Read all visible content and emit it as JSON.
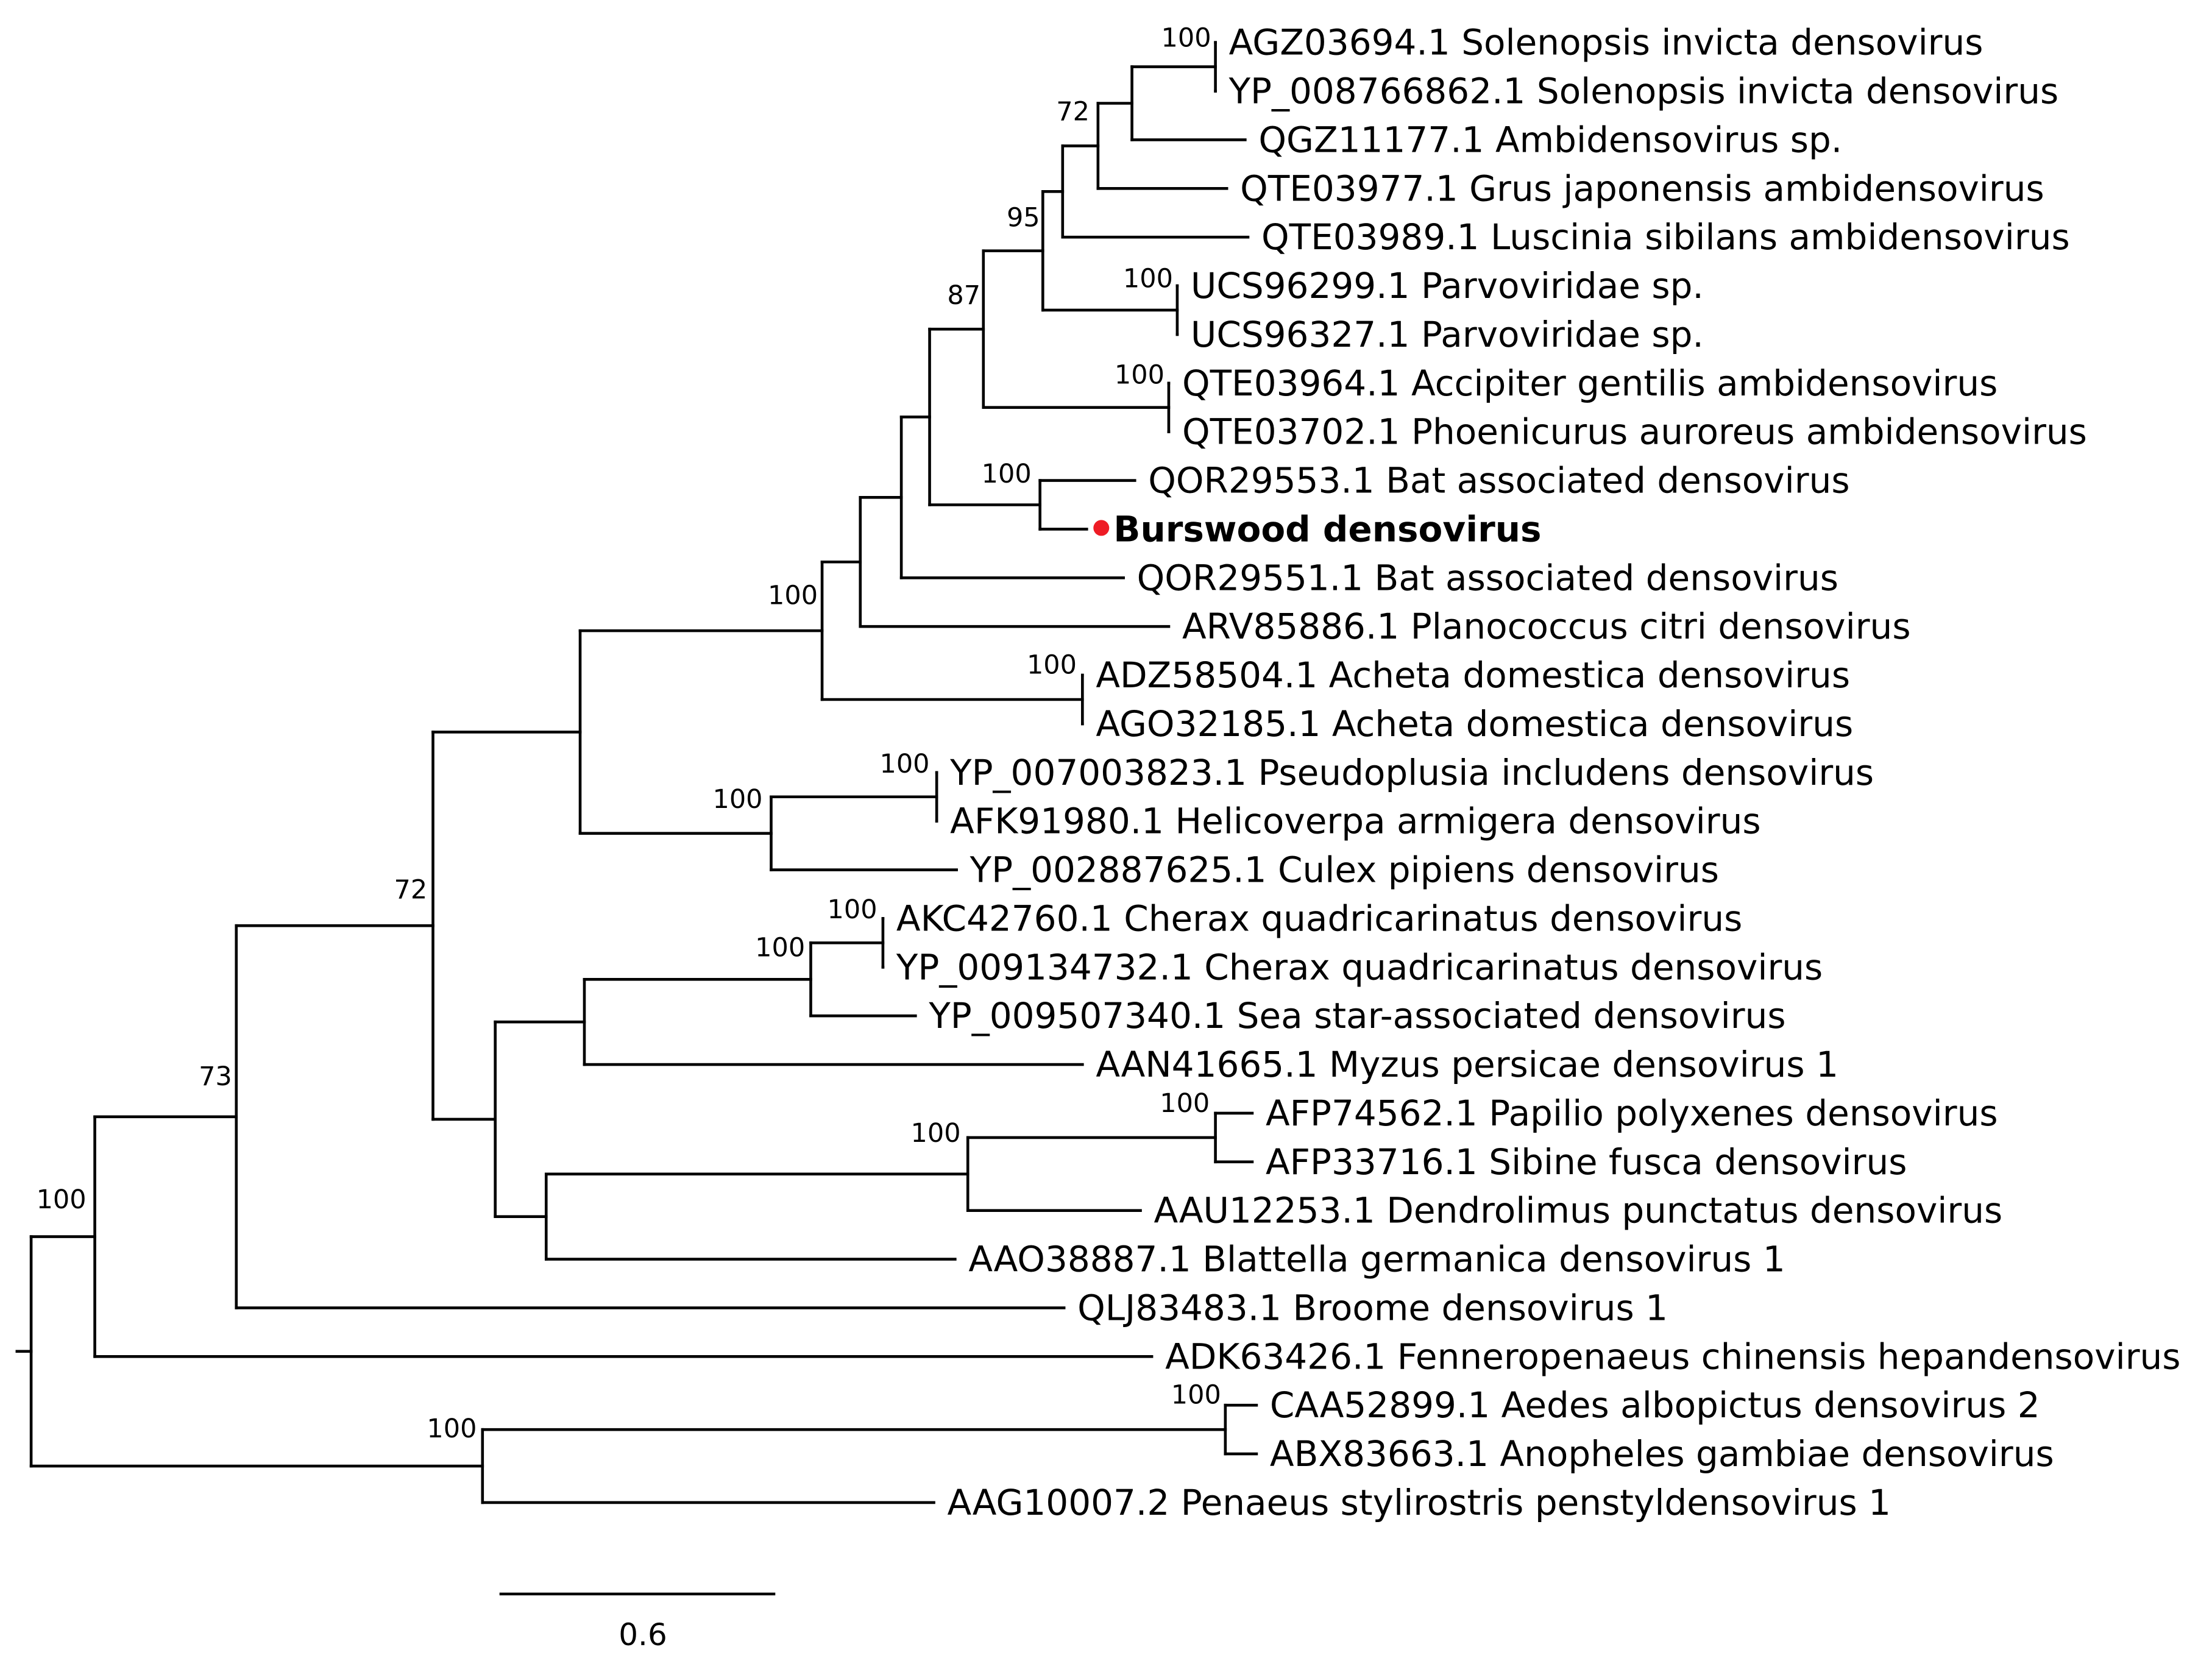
{
  "figure": {
    "highlight_color": "#ee1c25",
    "line_color": "#000000",
    "text_color": "#000000",
    "highlight_marker_icon": "filled-circle-marker"
  },
  "tips": [
    {
      "id": "t1",
      "label": "AGZ03694.1 Solenopsis invicta densovirus",
      "highlight": false
    },
    {
      "id": "t2",
      "label": "YP_008766862.1 Solenopsis invicta densovirus",
      "highlight": false
    },
    {
      "id": "t3",
      "label": "QGZ11177.1 Ambidensovirus sp.",
      "highlight": false
    },
    {
      "id": "t4",
      "label": "QTE03977.1 Grus japonensis ambidensovirus",
      "highlight": false
    },
    {
      "id": "t5",
      "label": "QTE03989.1 Luscinia sibilans ambidensovirus",
      "highlight": false
    },
    {
      "id": "t6",
      "label": "UCS96299.1 Parvoviridae sp.",
      "highlight": false
    },
    {
      "id": "t7",
      "label": "UCS96327.1 Parvoviridae sp.",
      "highlight": false
    },
    {
      "id": "t8",
      "label": "QTE03964.1 Accipiter gentilis ambidensovirus",
      "highlight": false
    },
    {
      "id": "t9",
      "label": "QTE03702.1 Phoenicurus auroreus ambidensovirus",
      "highlight": false
    },
    {
      "id": "t10",
      "label": "QOR29553.1 Bat associated densovirus",
      "highlight": false
    },
    {
      "id": "t11",
      "label": "Burswood densovirus",
      "highlight": true
    },
    {
      "id": "t12",
      "label": "QOR29551.1 Bat associated densovirus",
      "highlight": false
    },
    {
      "id": "t13",
      "label": "ARV85886.1 Planococcus citri densovirus",
      "highlight": false
    },
    {
      "id": "t14",
      "label": "ADZ58504.1 Acheta domestica densovirus",
      "highlight": false
    },
    {
      "id": "t15",
      "label": "AGO32185.1 Acheta domestica densovirus",
      "highlight": false
    },
    {
      "id": "t16",
      "label": "YP_007003823.1 Pseudoplusia includens densovirus",
      "highlight": false
    },
    {
      "id": "t17",
      "label": "AFK91980.1 Helicoverpa armigera densovirus",
      "highlight": false
    },
    {
      "id": "t18",
      "label": "YP_002887625.1 Culex pipiens densovirus",
      "highlight": false
    },
    {
      "id": "t19",
      "label": "AKC42760.1 Cherax quadricarinatus densovirus",
      "highlight": false
    },
    {
      "id": "t20",
      "label": "YP_009134732.1 Cherax quadricarinatus densovirus",
      "highlight": false
    },
    {
      "id": "t21",
      "label": "YP_009507340.1 Sea star-associated densovirus",
      "highlight": false
    },
    {
      "id": "t22",
      "label": "AAN41665.1 Myzus persicae densovirus 1",
      "highlight": false
    },
    {
      "id": "t23",
      "label": "AFP74562.1 Papilio polyxenes densovirus",
      "highlight": false
    },
    {
      "id": "t24",
      "label": "AFP33716.1 Sibine fusca densovirus",
      "highlight": false
    },
    {
      "id": "t25",
      "label": "AAU12253.1 Dendrolimus punctatus densovirus",
      "highlight": false
    },
    {
      "id": "t26",
      "label": "AAO38887.1 Blattella germanica densovirus 1",
      "highlight": false
    },
    {
      "id": "t27",
      "label": "QLJ83483.1 Broome densovirus 1",
      "highlight": false
    },
    {
      "id": "t28",
      "label": "ADK63426.1 Fenneropenaeus chinensis hepandensovirus",
      "highlight": false
    },
    {
      "id": "t29",
      "label": "CAA52899.1 Aedes albopictus densovirus 2",
      "highlight": false
    },
    {
      "id": "t30",
      "label": "ABX83663.1 Anopheles gambiae densovirus",
      "highlight": false
    },
    {
      "id": "t31",
      "label": "AAG10007.2 Penaeus stylirostris penstyldensovirus 1",
      "highlight": false
    }
  ],
  "support_values": [
    {
      "node": "n_sol",
      "value": "100"
    },
    {
      "node": "n_amb",
      "value": "72"
    },
    {
      "node": "n_lus",
      "value": "95"
    },
    {
      "node": "n_par",
      "value": "100"
    },
    {
      "node": "n_87",
      "value": "87"
    },
    {
      "node": "n_acc",
      "value": "100"
    },
    {
      "node": "n_bat",
      "value": "100"
    },
    {
      "node": "n_ach",
      "value": "100"
    },
    {
      "node": "n_main",
      "value": "100"
    },
    {
      "node": "n_pse",
      "value": "100"
    },
    {
      "node": "n_lep",
      "value": "100"
    },
    {
      "node": "n_che",
      "value": "100"
    },
    {
      "node": "n_cra",
      "value": "100"
    },
    {
      "node": "n_pap",
      "value": "100"
    },
    {
      "node": "n_dep",
      "value": "100"
    },
    {
      "node": "n_72",
      "value": "72"
    },
    {
      "node": "n_73",
      "value": "73"
    },
    {
      "node": "n_ing",
      "value": "100"
    },
    {
      "node": "n_aed",
      "value": "100"
    },
    {
      "node": "n_out",
      "value": "100"
    }
  ],
  "scale_bar": {
    "label": "0.6"
  }
}
